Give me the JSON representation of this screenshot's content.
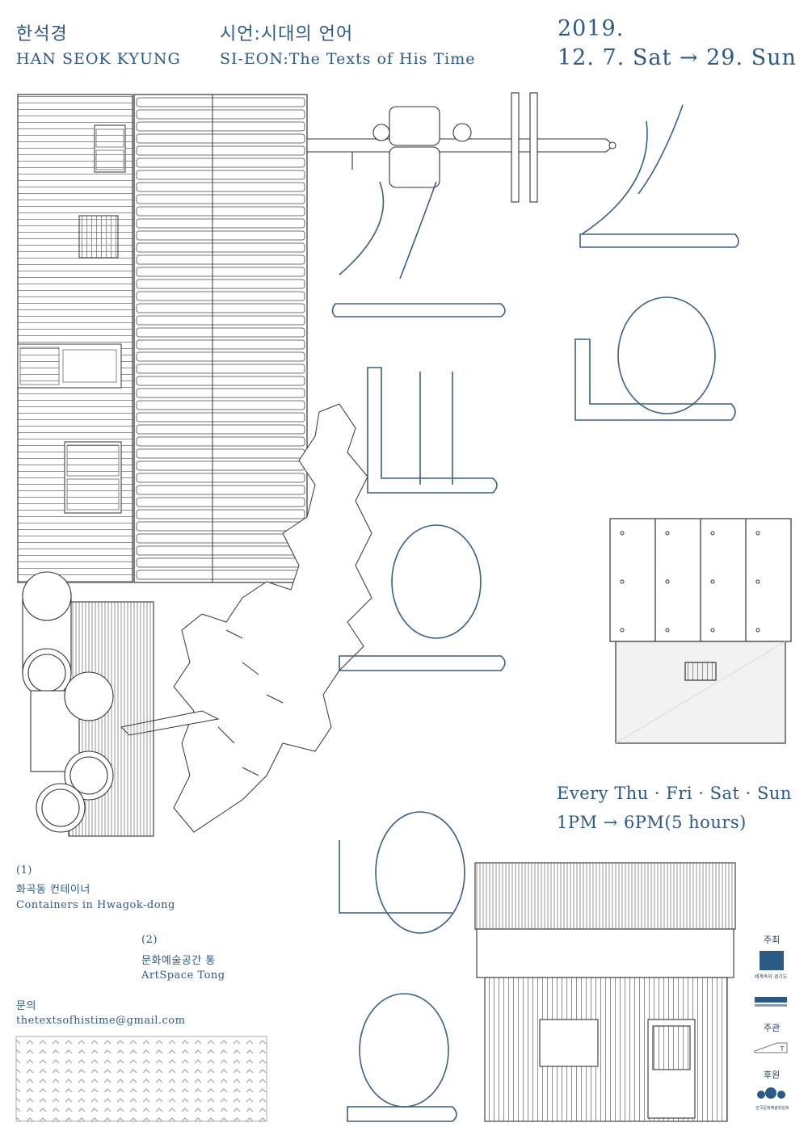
{
  "header": {
    "artist_ko": "한석경",
    "artist_en": "HAN SEOK KYUNG",
    "title_ko": "시언:시대의 언어",
    "title_en": "SI-EON:The Texts of His Time",
    "year": "2019.",
    "dates": "12. 7. Sat → 29. Sun"
  },
  "schedule": {
    "days": "Every Thu · Fri · Sat · Sun",
    "hours": "1PM → 6PM(5 hours)"
  },
  "venues": [
    {
      "num": "(1)",
      "name_ko": "화곡동 컨테이너",
      "name_en": "Containers in Hwagok-dong"
    },
    {
      "num": "(2)",
      "name_ko": "문화예술공간 통",
      "name_en": "ArtSpace Tong"
    }
  ],
  "contact": {
    "label": "문의",
    "email": "thetextsofhistime@gmail.com"
  },
  "credits": {
    "host_label": "주최",
    "organizer_label": "주관",
    "sponsor_label": "후원"
  },
  "logos": [
    {
      "icon": "gyeonggi-province-logo",
      "text": "세계속의 경기도"
    },
    {
      "icon": "gyeonggi-culture-foundation-logo",
      "text": ""
    },
    {
      "icon": "artspace-tong-logo",
      "text": "T"
    },
    {
      "icon": "arts-council-korea-logo",
      "text": "한국문화예술위원회"
    }
  ],
  "colors": {
    "text": "#2b5a86",
    "line": "#444444",
    "hangul_stroke": "#3a5f85"
  }
}
